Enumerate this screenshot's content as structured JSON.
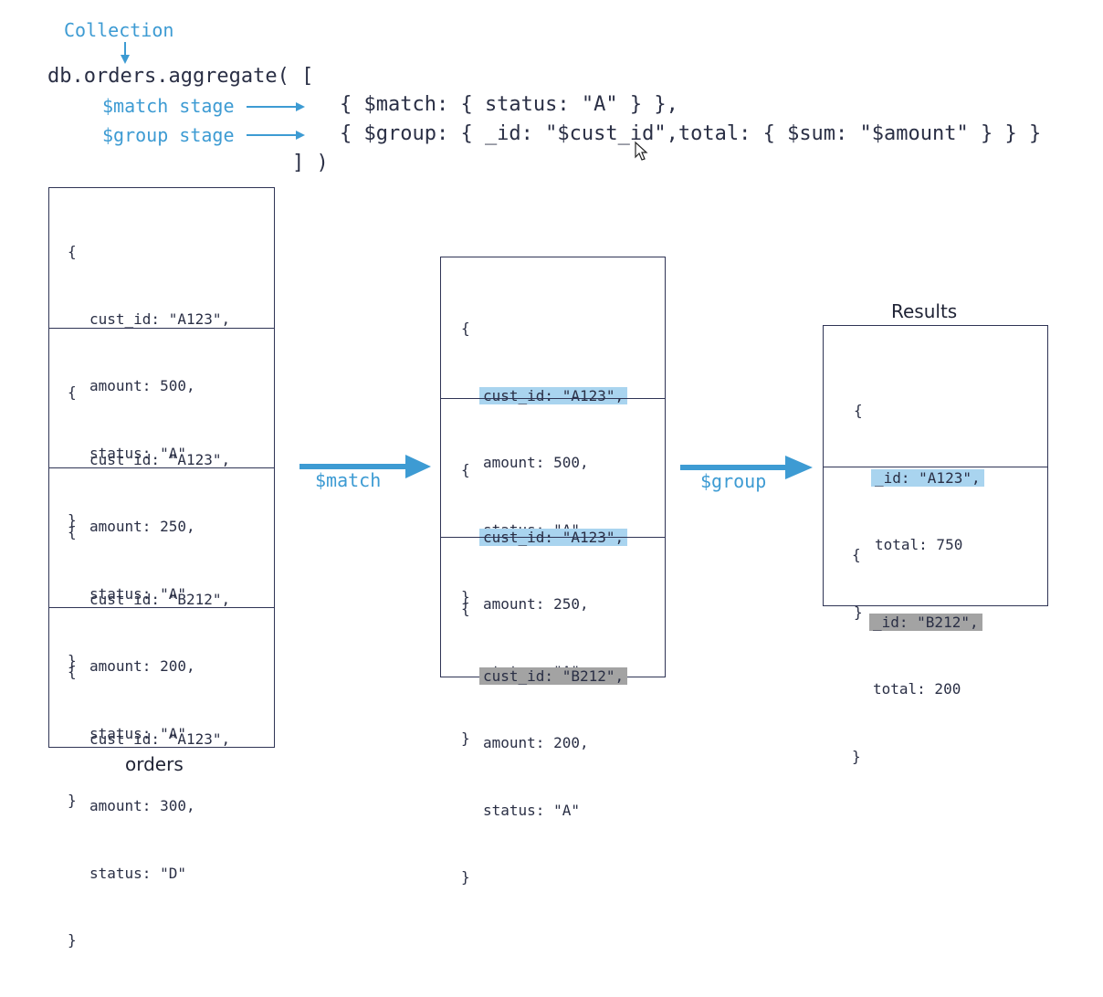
{
  "header": {
    "collection_label": "Collection",
    "command_line": "db.orders.aggregate( [",
    "match_stage_label": "$match stage",
    "group_stage_label": "$group stage",
    "match_stage_code": "{ $match: { status: \"A\" } },",
    "group_stage_code": "{ $group: { _id: \"$cust_id\",total: { $sum: \"$amount\" } } }",
    "closing": "] )"
  },
  "orders": {
    "caption": "orders",
    "docs": [
      {
        "open": "{",
        "cust_id": "cust_id: \"A123\",",
        "amount": "amount: 500,",
        "status": "status: \"A\"",
        "close": "}"
      },
      {
        "open": "{",
        "cust_id": "cust_id: \"A123\",",
        "amount": "amount: 250,",
        "status": "status: \"A\"",
        "close": "}"
      },
      {
        "open": "{",
        "cust_id": "cust_id: \"B212\",",
        "amount": "amount: 200,",
        "status": "status: \"A\"",
        "close": "}"
      },
      {
        "open": "{",
        "cust_id": "cust_id: \"A123\",",
        "amount": "amount: 300,",
        "status": "status: \"D\"",
        "close": "}"
      }
    ]
  },
  "match_arrow_label": "$match",
  "matched": {
    "docs": [
      {
        "open": "{",
        "cust_id": "cust_id: \"A123\",",
        "amount": "amount: 500,",
        "status": "status: \"A\"",
        "close": "}",
        "highlight": "blue"
      },
      {
        "open": "{",
        "cust_id": "cust_id: \"A123\",",
        "amount": "amount: 250,",
        "status": "status: \"A\"",
        "close": "}",
        "highlight": "blue"
      },
      {
        "open": "{",
        "cust_id": "cust_id: \"B212\",",
        "amount": "amount: 200,",
        "status": "status: \"A\"",
        "close": "}",
        "highlight": "gray"
      }
    ]
  },
  "group_arrow_label": "$group",
  "results": {
    "caption": "Results",
    "docs": [
      {
        "open": "{",
        "id": "_id: \"A123\",",
        "total": "total: 750",
        "close": "}",
        "highlight": "blue"
      },
      {
        "open": "{",
        "id": "_id: \"B212\",",
        "total": "total: 200",
        "close": "}",
        "highlight": "gray"
      }
    ]
  },
  "colors": {
    "accent_blue": "#3d9bd3",
    "highlight_blue": "#a9d4ef",
    "highlight_gray": "#a3a3a3",
    "border": "#2f3455"
  }
}
